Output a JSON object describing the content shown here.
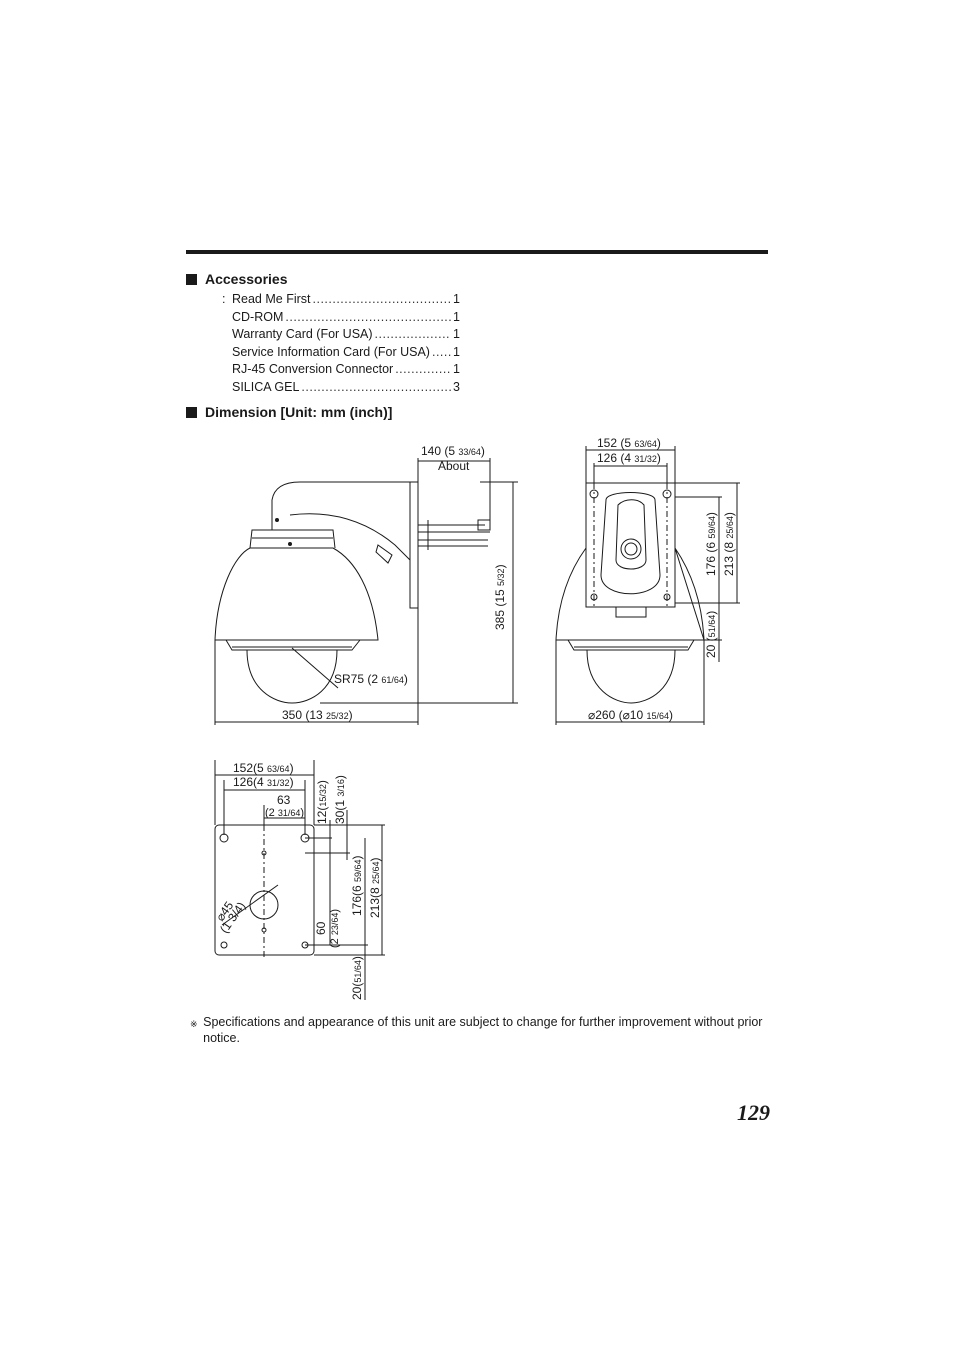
{
  "accessories": {
    "heading": "Accessories",
    "colon": ":",
    "items": [
      {
        "label": "Read Me First",
        "qty": "1"
      },
      {
        "label": "CD-ROM",
        "qty": "1"
      },
      {
        "label": "Warranty Card (For USA)",
        "qty": "1"
      },
      {
        "label": "Service Information Card (For USA)",
        "qty": "1"
      },
      {
        "label": "RJ-45 Conversion Connector",
        "qty": "1"
      },
      {
        "label": "SILICA GEL",
        "qty": "3"
      }
    ]
  },
  "dimension": {
    "heading": "Dimension [Unit: mm (inch)]",
    "side": {
      "d140": "140 (5 ",
      "d140_frac": "33/64",
      "about": "About",
      "d385": "385 (15 ",
      "d385_frac": "5/32",
      "sr75": "SR75 (2 ",
      "sr75_frac": "61/64",
      "d350": "350 (13 ",
      "d350_frac": "25/32"
    },
    "front": {
      "d152": "152 (5 ",
      "d152_frac": "63/64",
      "d126": "126 (4 ",
      "d126_frac": "31/32",
      "d176": "176 (6 ",
      "d176_frac": "59/64",
      "d213": "213 (8 ",
      "d213_frac": "25/64",
      "d20": "20 (",
      "d20_frac": "51/64",
      "d260": "⌀260 (⌀10 ",
      "d260_frac": "15/64"
    },
    "plate": {
      "d152": "152(5 ",
      "d152_frac": "63/64",
      "d126": "126(4 ",
      "d126_frac": "31/32",
      "d63": "63",
      "d63b": "(2 ",
      "d63_frac": "31/64",
      "d12": "12(",
      "d12_frac": "15/32",
      "d30": "30(1 ",
      "d30_frac": "3/16",
      "d176": "176(6 ",
      "d176_frac": "59/64",
      "d213": "213(8 ",
      "d213_frac": "25/64",
      "d60": "60",
      "d60b": "(2 ",
      "d60_frac": "23/64",
      "d20": "20(",
      "d20_frac": "51/64",
      "d45": "⌀45",
      "d45b": "(1 3/4)"
    },
    "close": ")"
  },
  "note": {
    "mark": "※",
    "text": "Specifications and appearance of this unit are subject to change for further improvement without prior notice."
  },
  "page_number": "129"
}
